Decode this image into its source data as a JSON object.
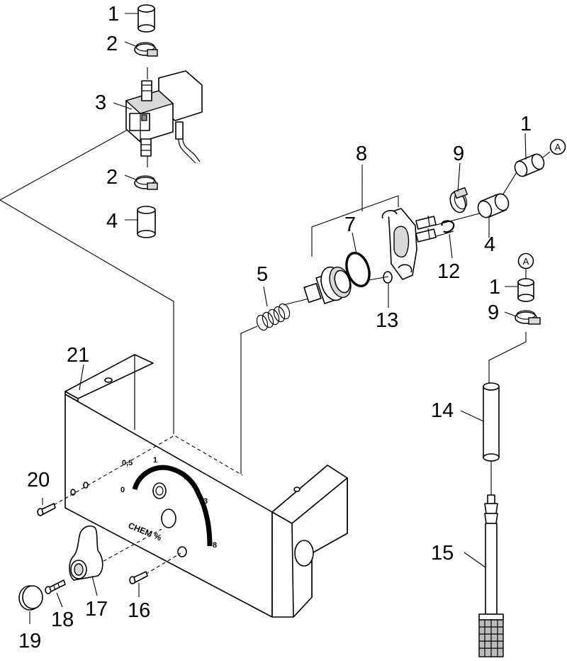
{
  "callouts": {
    "c1_top": "1",
    "c2_top": "2",
    "c3": "3",
    "c2_mid": "2",
    "c4_left": "4",
    "c8": "8",
    "c7": "7",
    "c9_top": "9",
    "c1_right": "1",
    "c4_right": "4",
    "c12": "12",
    "c5": "5",
    "c13": "13",
    "c1_lower": "1",
    "c9_lower": "9",
    "c21": "21",
    "c14": "14",
    "c20": "20",
    "c15": "15",
    "c17": "17",
    "c16": "16",
    "c18": "18",
    "c19": "19"
  },
  "reference_marks": {
    "a_upper": "A",
    "a_lower": "A"
  },
  "dial": {
    "label": "CHEM %",
    "ticks": [
      "0",
      "0,5",
      "1",
      "2",
      "3",
      "8"
    ]
  }
}
